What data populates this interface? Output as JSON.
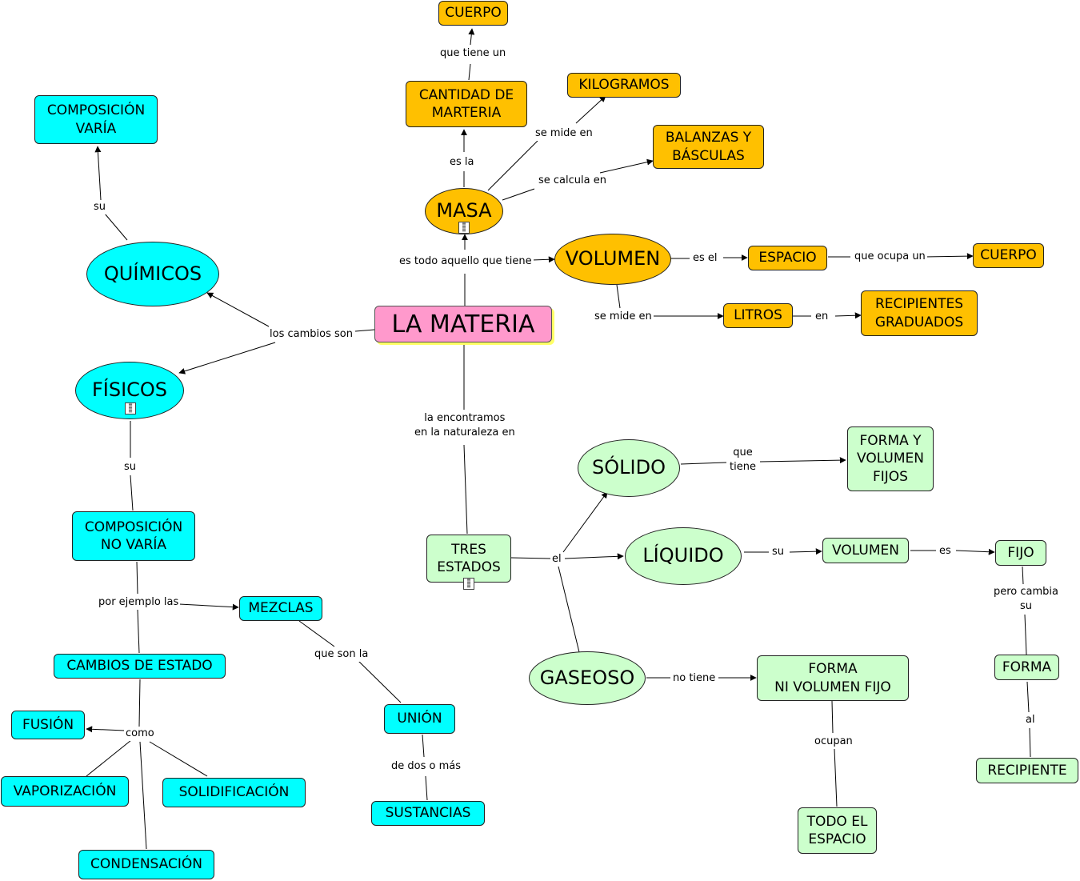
{
  "colors": {
    "orange_node": "#ffc000",
    "cyan_node": "#00ffff",
    "green_node": "#ccffcc",
    "root_node": "#ff99cc",
    "link": "#000000"
  },
  "icons": {
    "doc_attachment": "document-icon"
  },
  "concepts": {
    "la_materia": "LA MATERIA",
    "masa": "MASA",
    "cantidad_materia": "CANTIDAD  DE\nMARTERIA",
    "cuerpo_top": "CUERPO",
    "kilogramos": "KILOGRAMOS",
    "balanzas": "BALANZAS Y\nBÁSCULAS",
    "volumen": "VOLUMEN",
    "espacio": "ESPACIO",
    "cuerpo_right": "CUERPO",
    "litros": "LITROS",
    "recipientes": "RECIPIENTES\nGRADUADOS",
    "quimicos": "QUÍMICOS",
    "composicion_varia": "COMPOSICIÓN\nVARÍA",
    "fisicos": "FÍSICOS",
    "composicion_no_varia": "COMPOSICIÓN\nNO VARÍA",
    "mezclas": "MEZCLAS",
    "union": "UNIÓN",
    "sustancias": "SUSTANCIAS",
    "cambios_estado": "CAMBIOS DE ESTADO",
    "fusion": "FUSIÓN",
    "vaporizacion": "VAPORIZACIÓN",
    "solidificacion": "SOLIDIFICACIÓN",
    "condensacion": "CONDENSACIÓN",
    "tres_estados": "TRES\nESTADOS",
    "solido": "SÓLIDO",
    "forma_volumen_fijos": "FORMA Y\nVOLUMEN\nFIJOS",
    "liquido": "LÍQUIDO",
    "volumen_liq": "VOLUMEN",
    "fijo": "FIJO",
    "forma_liq": "FORMA",
    "recipiente": "RECIPIENTE",
    "gaseoso": "GASEOSO",
    "forma_ni_volumen": "FORMA\nNI VOLUMEN FIJO",
    "todo_espacio": "TODO EL\nESPACIO"
  },
  "linking_phrases": {
    "que_tiene_un": "que tiene un",
    "es_la": "es la",
    "se_mide_en_masa": "se mide en",
    "se_calcula_en": "se calcula en",
    "es_todo_aquello": "es todo aquello que tiene",
    "es_el": "es el",
    "que_ocupa_un": "que ocupa un",
    "se_mide_en_vol": "se mide en",
    "en": "en",
    "su_quimicos": "su",
    "los_cambios_son": "los cambios son",
    "su_fisicos": "su",
    "por_ejemplo_las": "por ejemplo las",
    "que_son_la": "que  son la",
    "de_dos_o_mas": "de dos o más",
    "como": "como",
    "la_encontramos": "la encontramos\nen la naturaleza en",
    "el": "el",
    "que_tiene": "que\ntiene",
    "su_liquido": "su",
    "es": "es",
    "pero_cambia_su": "pero cambia\nsu",
    "al": "al",
    "no_tiene": "no tiene",
    "ocupan": "ocupan"
  }
}
